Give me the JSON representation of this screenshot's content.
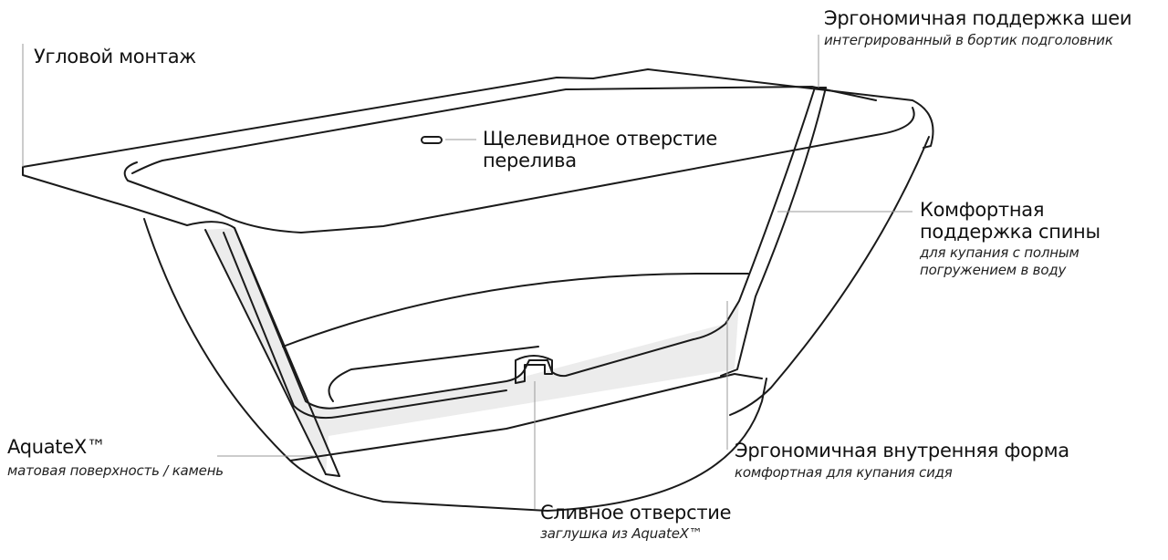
{
  "callouts": {
    "corner_mount": {
      "title": "Угловой монтаж"
    },
    "neck_support": {
      "title": "Эргономичная поддержка шеи",
      "subtitle": "интегрированный в бортик подголовник"
    },
    "overflow": {
      "line1": "Щелевидное отверстие",
      "line2": "перелива"
    },
    "back_support": {
      "line1": "Комфортная",
      "line2": "поддержка спины",
      "sub1": "для купания с полным",
      "sub2": "погружением в воду"
    },
    "inner_shape": {
      "title": "Эргономичная внутренняя форма",
      "subtitle": "комфортная для купания сидя"
    },
    "material": {
      "title": "AquateX™",
      "subtitle": "матовая поверхность / камень"
    },
    "drain": {
      "title": "Сливное отверстие",
      "subtitle": "заглушка из AquateX™"
    }
  },
  "colors": {
    "line": "#1a1a1a",
    "leader": "#9a9a9a",
    "section_fill": "#ececec",
    "background": "#ffffff"
  }
}
